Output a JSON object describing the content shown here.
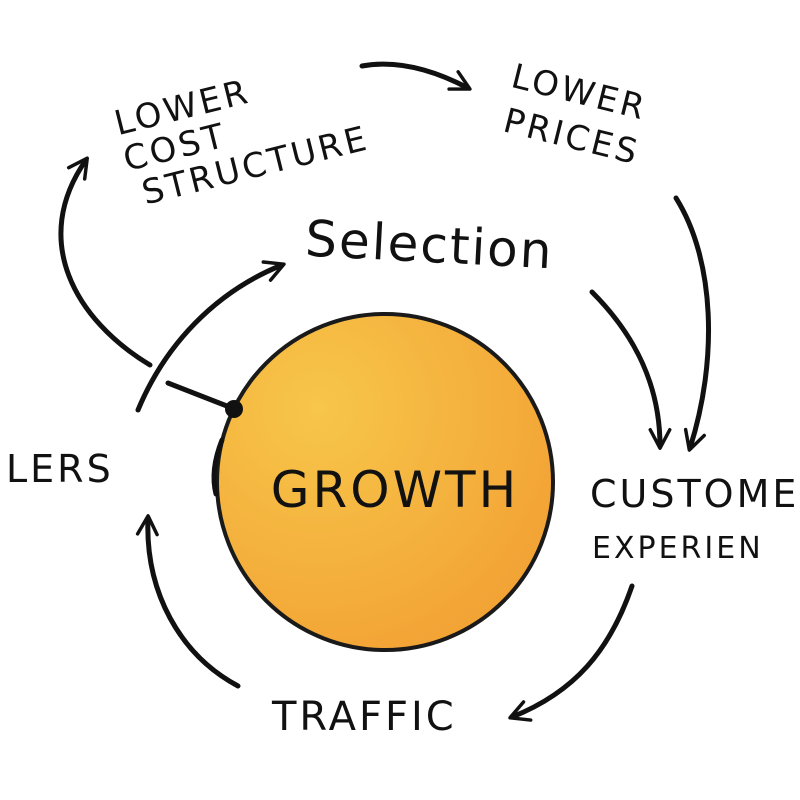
{
  "diagram": {
    "center_label": "GROWTH",
    "nodes": {
      "lower_cost_structure": [
        "LOWER",
        "COST",
        "STRUCTURE"
      ],
      "lower_prices": [
        "LOWER",
        "PRICES"
      ],
      "selection": "Selection",
      "customer_experience": [
        "CUSTOME",
        "EXPERIEN"
      ],
      "traffic": "TRAFFIC",
      "sellers": "LERS"
    },
    "colors": {
      "circle_fill": "#F2A033",
      "circle_highlight": "#F7C64A",
      "circle_stroke": "#1a1a1a",
      "ink": "#111111"
    }
  }
}
